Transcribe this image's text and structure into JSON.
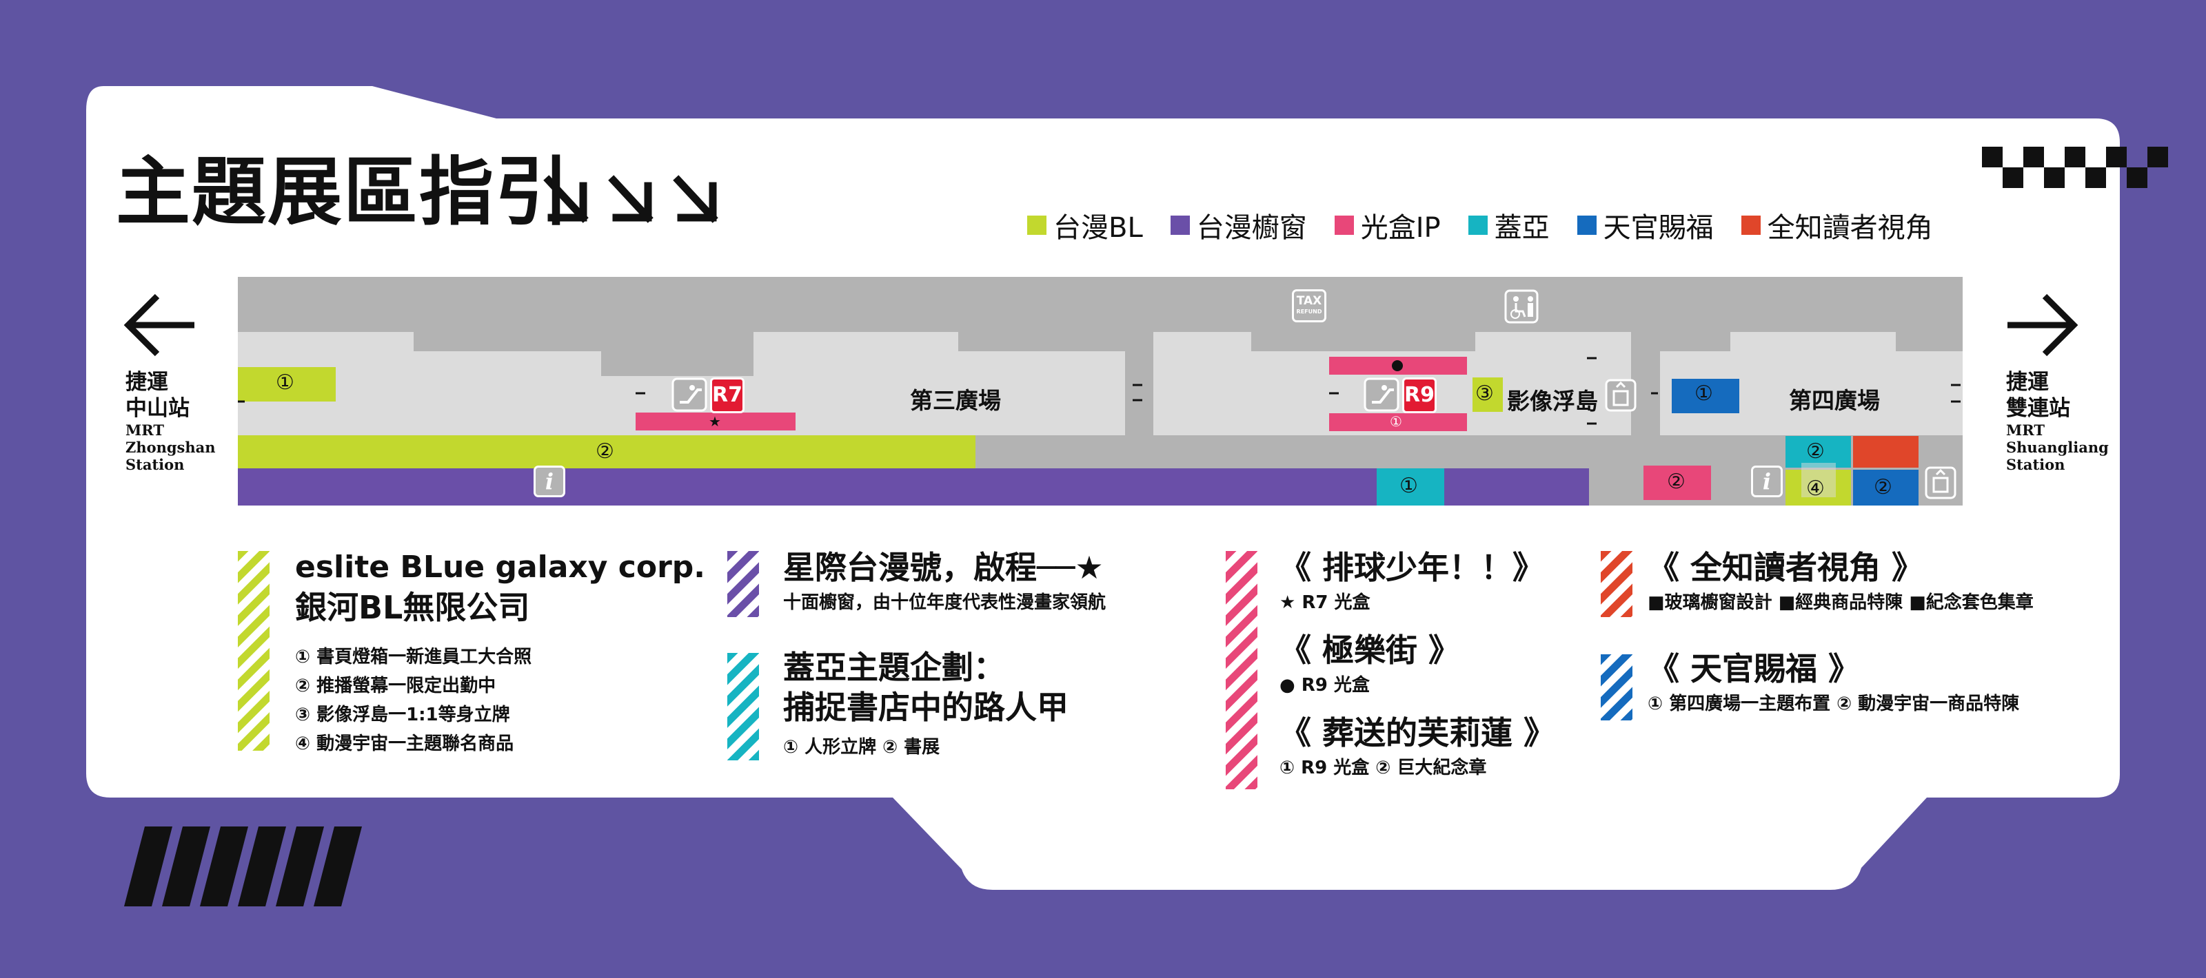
{
  "title": "主題展區指引",
  "legend": [
    {
      "label": "台漫BL",
      "color": "#c2d82e"
    },
    {
      "label": "台漫櫥窗",
      "color": "#6a4fa8"
    },
    {
      "label": "光盒IP",
      "color": "#e84779"
    },
    {
      "label": "蓋亞",
      "color": "#16b4c2"
    },
    {
      "label": "天官賜福",
      "color": "#156bbe"
    },
    {
      "label": "全知讀者視角",
      "color": "#e0462a"
    }
  ],
  "stations": {
    "left": {
      "zh1": "捷運",
      "zh2": "中山站",
      "en1": "MRT",
      "en2": "Zhongshan",
      "en3": "Station"
    },
    "right": {
      "zh1": "捷運",
      "zh2": "雙連站",
      "en1": "MRT",
      "en2": "Shuangliang",
      "en3": "Station"
    }
  },
  "map": {
    "plaza3": "第三廣場",
    "plaza4": "第四廣場",
    "float_island": "影像浮島",
    "r7": "R7",
    "r9": "R9",
    "tax_top": "TAX",
    "tax_bottom": "REFUND",
    "info": "i",
    "nums": {
      "n1": "①",
      "n2": "②",
      "n3": "③",
      "n4": "④",
      "star": "★"
    }
  },
  "sections": {
    "bl": {
      "title1": "eslite BLue galaxy corp.",
      "title2": "銀河BL無限公司",
      "items": [
        "① 書頁燈箱一新進員工大合照",
        "② 推播螢幕一限定出勤中",
        "③ 影像浮島一1:1等身立牌",
        "④ 動漫宇宙一主題聯名商品"
      ]
    },
    "window": {
      "title": "星際台漫號，啟程──★",
      "sub": "十面櫥窗，由十位年度代表性漫畫家領航"
    },
    "gaia": {
      "title1": "蓋亞主題企劃：",
      "title2": "捕捉書店中的路人甲",
      "items": "① 人形立牌  ② 書展"
    },
    "lightbox": {
      "t1": "《 排球少年！！》",
      "s1": "★ R7 光盒",
      "t2": "《 極樂街 》",
      "s2": "● R9 光盒",
      "t3": "《 葬送的芙莉蓮 》",
      "s3": "① R9 光盒  ② 巨大紀念章"
    },
    "omni": {
      "title": "《 全知讀者視角 》",
      "sub": "■玻璃櫥窗設計  ■經典商品特陳  ■紀念套色集章"
    },
    "tgcf": {
      "title": "《 天官賜福 》",
      "sub": "① 第四廣場一主題布置  ② 動漫宇宙一商品特陳"
    }
  }
}
